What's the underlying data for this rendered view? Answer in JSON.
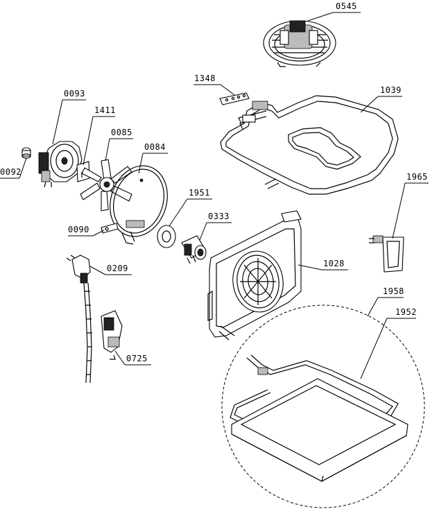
{
  "parts": [
    {
      "id": "p0545",
      "label": "0545"
    },
    {
      "id": "p1348",
      "label": "1348"
    },
    {
      "id": "p1039",
      "label": "1039"
    },
    {
      "id": "p0093",
      "label": "0093"
    },
    {
      "id": "p1411",
      "label": "1411"
    },
    {
      "id": "p0085",
      "label": "0085"
    },
    {
      "id": "p0084",
      "label": "0084"
    },
    {
      "id": "p0092",
      "label": "0092"
    },
    {
      "id": "p1951",
      "label": "1951"
    },
    {
      "id": "p0333",
      "label": "0333"
    },
    {
      "id": "p0090",
      "label": "0090"
    },
    {
      "id": "p1965",
      "label": "1965"
    },
    {
      "id": "p0209",
      "label": "0209"
    },
    {
      "id": "p1028",
      "label": "1028"
    },
    {
      "id": "p1958",
      "label": "1958"
    },
    {
      "id": "p1952",
      "label": "1952"
    },
    {
      "id": "p0725",
      "label": "0725"
    }
  ]
}
